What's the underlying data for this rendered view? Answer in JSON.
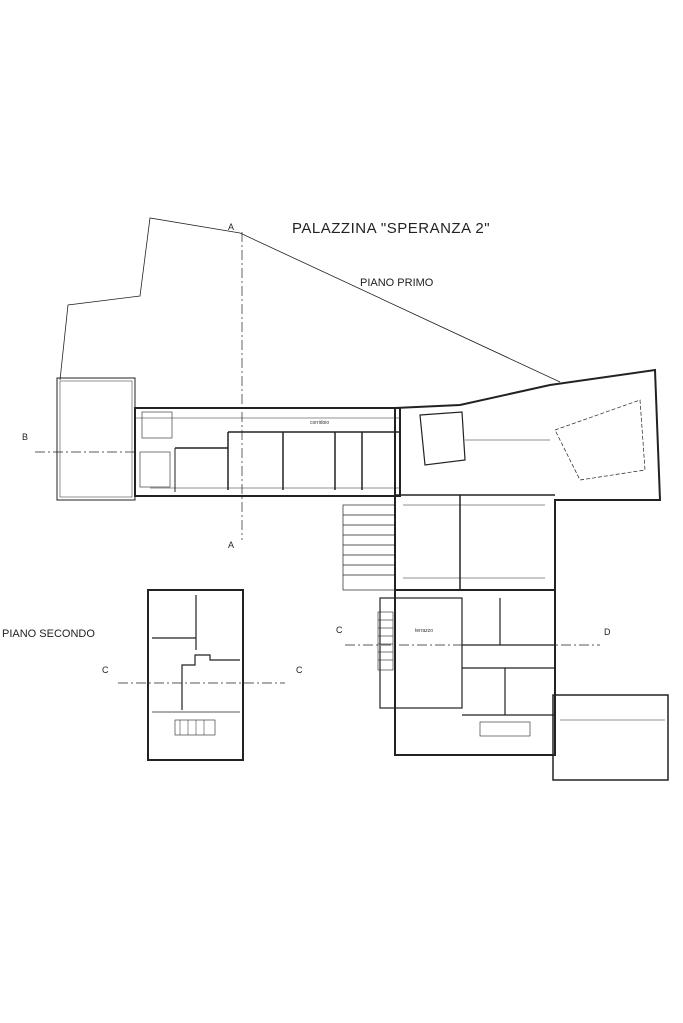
{
  "title": "PALAZZINA \"SPERANZA 2\"",
  "floors": {
    "first": "PIANO PRIMO",
    "second": "PIANO SECONDO"
  },
  "section_markers": {
    "a_top": "A",
    "a_bottom": "A",
    "b": "B",
    "c_left": "C",
    "c_right": "C",
    "c_main": "C",
    "d_main": "D"
  },
  "room_labels": {
    "corridor": "corridoio",
    "terrace": "terrazzo"
  },
  "colors": {
    "ink": "#222222",
    "paper": "#ffffff"
  }
}
